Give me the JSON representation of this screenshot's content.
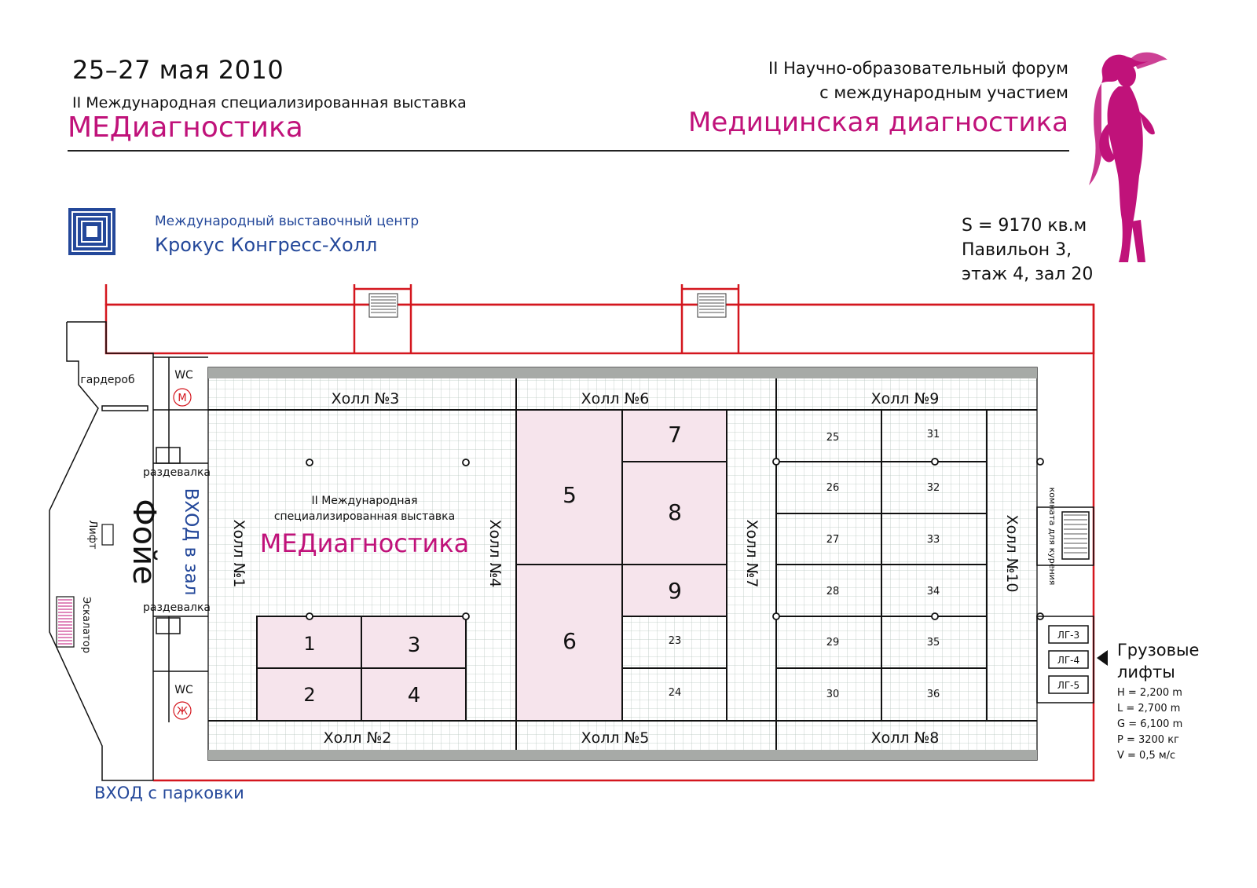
{
  "header": {
    "date": "25–27 мая 2010",
    "expo_subtitle": "II Международная специализированная выставка",
    "expo_title": "МЕДиагностика",
    "forum_line1": "II Научно-образовательный форум",
    "forum_line2": "с международным участием",
    "forum_title": "Медицинская диагностика"
  },
  "venue": {
    "line1": "Международный выставочный центр",
    "line2": "Крокус Конгресс-Холл"
  },
  "area": {
    "line1": "S = 9170 кв.м",
    "line2": "Павильон 3,",
    "line3": "этаж 4,  зал 20"
  },
  "plan": {
    "halls": {
      "h1": "Холл №1",
      "h2": "Холл №2",
      "h3": "Холл №3",
      "h4": "Холл №4",
      "h5": "Холл №5",
      "h6": "Холл №6",
      "h7": "Холл №7",
      "h8": "Холл №8",
      "h9": "Холл №9",
      "h10": "Холл №10"
    },
    "expo_label_line1": "II Международная",
    "expo_label_line2": "специализированная выставка",
    "expo_label_title": "МЕДиагностика",
    "booths_pink": [
      "1",
      "2",
      "3",
      "4",
      "5",
      "6",
      "7",
      "8",
      "9"
    ],
    "booths_small": [
      "23",
      "24",
      "25",
      "26",
      "27",
      "28",
      "29",
      "30",
      "31",
      "32",
      "33",
      "34",
      "35",
      "36"
    ],
    "foyer": "Фойе",
    "entrance_hall": "ВХОД в зал",
    "wardrobe": "гардероб",
    "changing": "раздевалка",
    "wc": "WC",
    "wc_m": "М",
    "wc_f": "Ж",
    "lift": "Лифт",
    "escalator": "Эскалатор",
    "smoking": "комната для курения",
    "freight": [
      "ЛГ-3",
      "ЛГ-4",
      "ЛГ-5"
    ]
  },
  "entrance_parking": "ВХОД с парковки",
  "freight_lifts": {
    "title_line1": "Грузовые",
    "title_line2": "лифты",
    "specs": [
      "H = 2,200 m",
      "L = 2,700 m",
      "G = 6,100 m",
      "P = 3200 кг",
      "V = 0,5 м/с"
    ]
  },
  "colors": {
    "accent": "#c0127a",
    "blue": "#24489a",
    "wall": "#d4161e",
    "booth": "#f6e4ec",
    "grid": "#b9c7c0"
  },
  "icons": [
    "venus-figure-icon",
    "venue-logo-icon",
    "wc-accessible-icon",
    "arrow-left-icon"
  ]
}
